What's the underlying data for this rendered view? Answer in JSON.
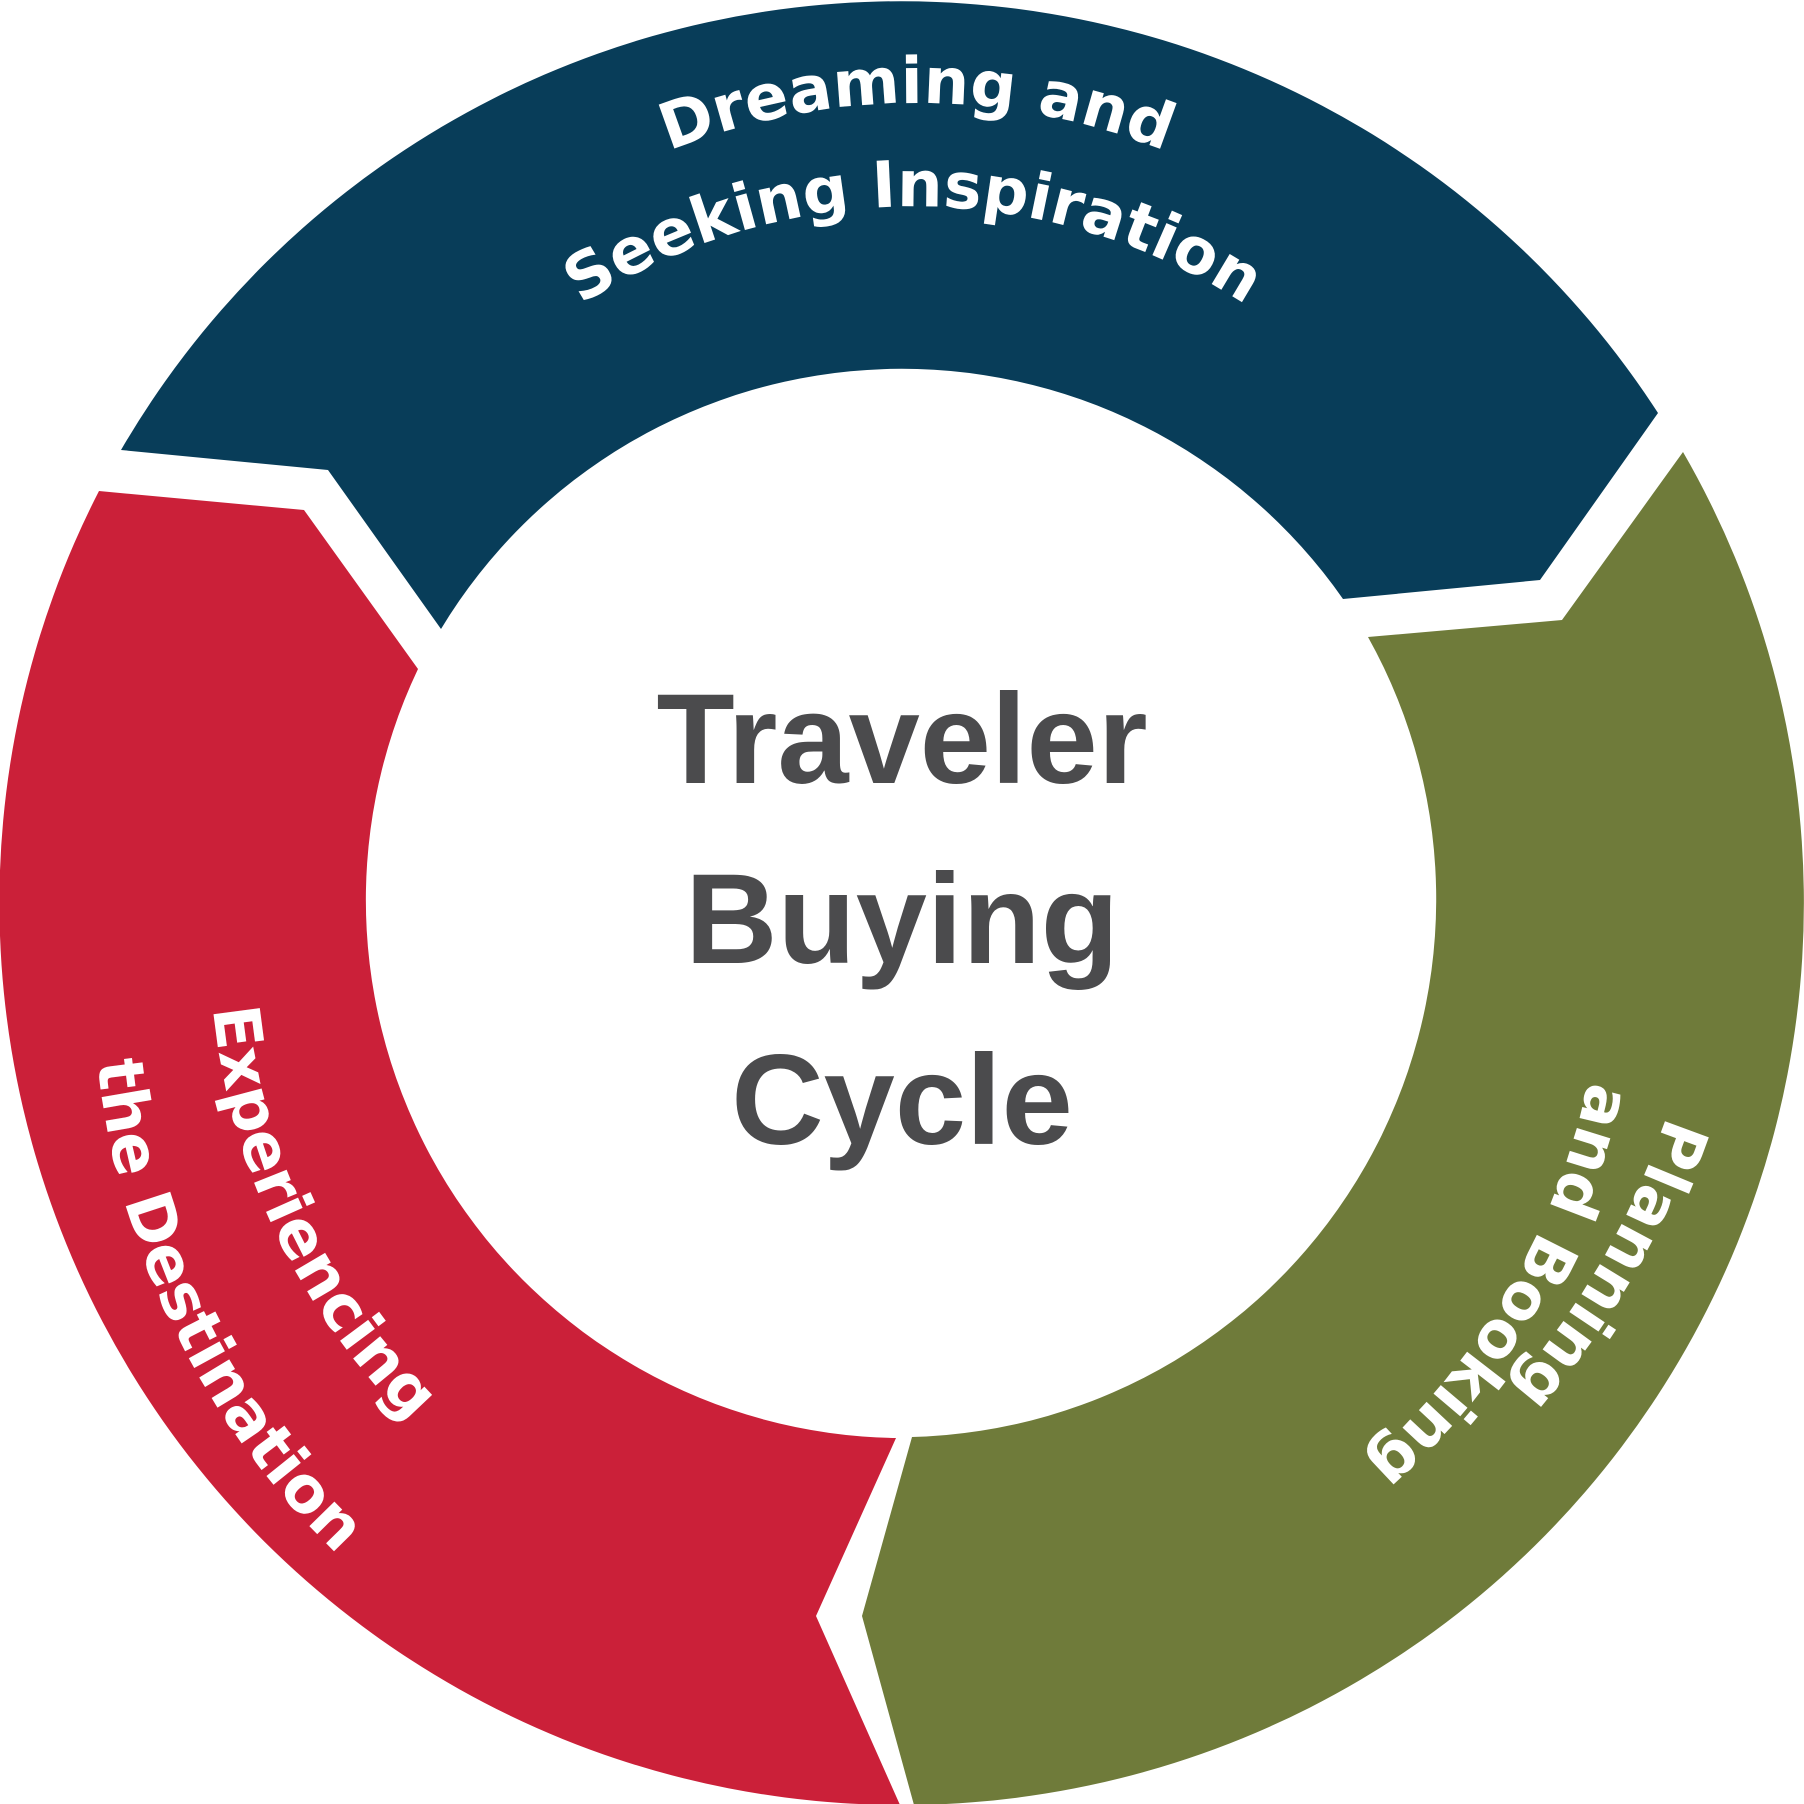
{
  "diagram": {
    "title_lines": [
      "Traveler",
      "Buying",
      "Cycle"
    ],
    "title_color": "#4b4b4d",
    "segments": [
      {
        "id": "dreaming",
        "lines": [
          "Dreaming and",
          "Seeking Inspiration"
        ],
        "color": "#083d59"
      },
      {
        "id": "planning",
        "lines": [
          "Planning",
          "and Booking"
        ],
        "color": "#6f7b3a"
      },
      {
        "id": "experiencing",
        "lines": [
          "Experiencing",
          "the Destination"
        ],
        "color": "#cb2039"
      }
    ]
  }
}
